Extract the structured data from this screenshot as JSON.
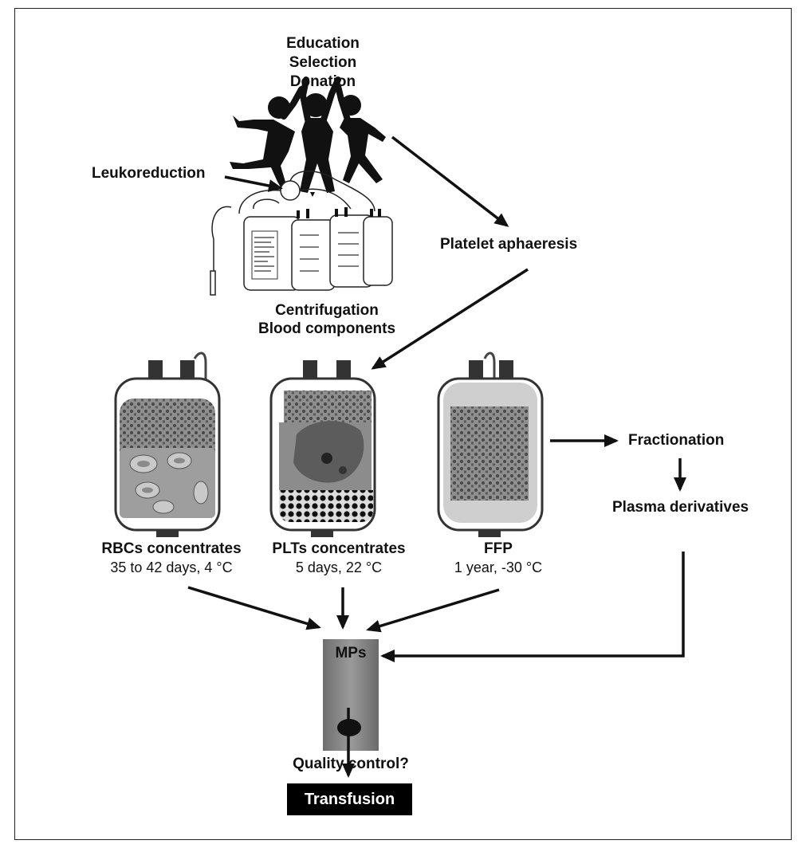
{
  "top_labels": [
    "Education",
    "Selection",
    "Donation"
  ],
  "leukoreduction": "Leukoreduction",
  "platelet_aphaeresis": "Platelet aphaeresis",
  "centrifugation": [
    "Centrifugation",
    "Blood components"
  ],
  "bags": [
    {
      "title": "RBCs concentrates",
      "detail": "35 to 42 days, 4 °C"
    },
    {
      "title": "PLTs concentrates",
      "detail": "5 days, 22 °C"
    },
    {
      "title": "FFP",
      "detail": "1 year, -30 °C"
    }
  ],
  "fractionation": "Fractionation",
  "plasma_derivatives": "Plasma derivatives",
  "mps": "MPs",
  "quality_control": "Quality control?",
  "transfusion": "Transfusion",
  "colors": {
    "ink": "#111111",
    "bag_fill": "#9a9a9a",
    "tube_fill": "#7d7d7d"
  }
}
